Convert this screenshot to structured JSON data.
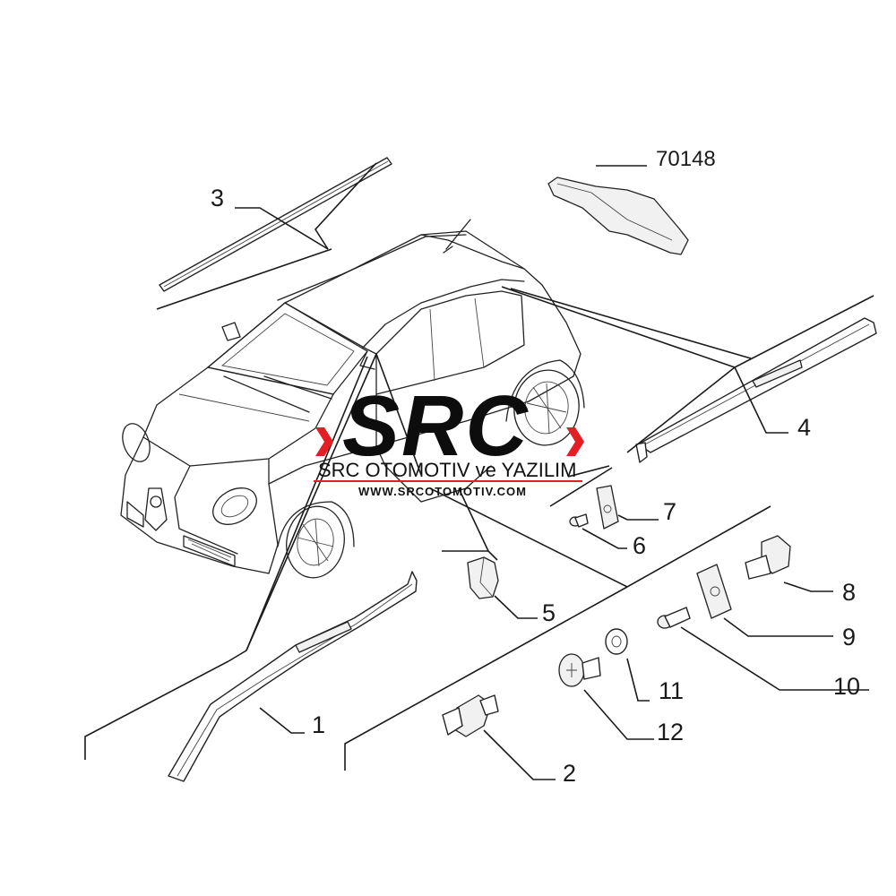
{
  "diagram": {
    "part_labels": [
      {
        "id": "p1",
        "text": "1"
      },
      {
        "id": "p2",
        "text": "2"
      },
      {
        "id": "p3",
        "text": "3"
      },
      {
        "id": "p4",
        "text": "4"
      },
      {
        "id": "p5",
        "text": "5"
      },
      {
        "id": "p6",
        "text": "6"
      },
      {
        "id": "p7",
        "text": "7"
      },
      {
        "id": "p8",
        "text": "8"
      },
      {
        "id": "p9",
        "text": "9"
      },
      {
        "id": "p10",
        "text": "10"
      },
      {
        "id": "p11",
        "text": "11"
      },
      {
        "id": "p12",
        "text": "12"
      }
    ],
    "reference_code": "70148"
  },
  "watermark": {
    "letters": "SRC",
    "company": "SRC OTOMOTIV ve YAZILIM",
    "url": "WWW.SRCOTOMOTIV.COM",
    "accent_color": "#e31e24",
    "text_color": "#111111"
  }
}
